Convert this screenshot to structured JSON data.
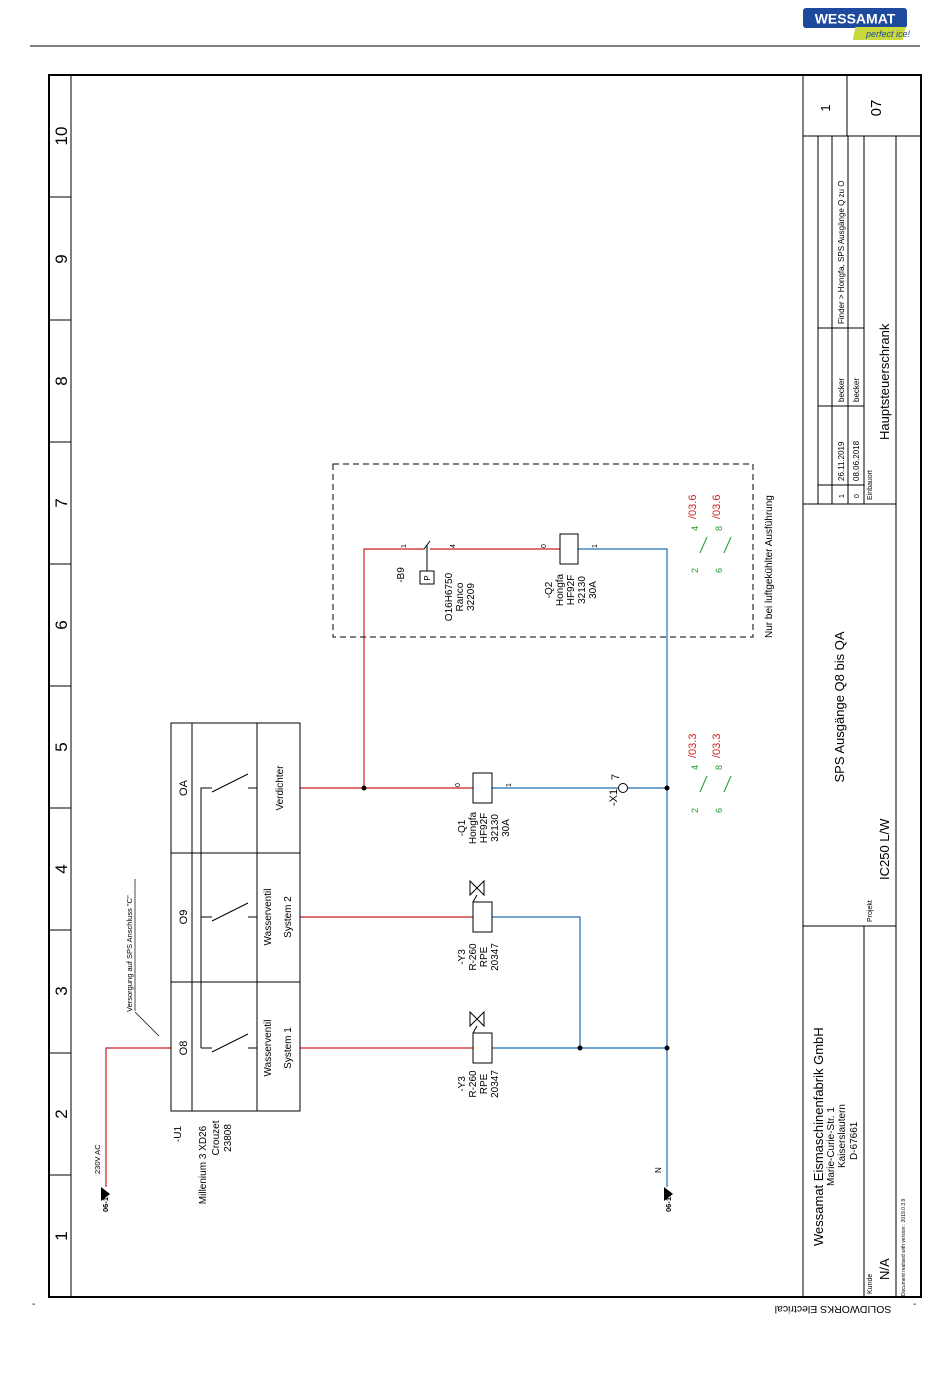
{
  "header": {
    "logo_text": "WESSAMAT",
    "logo_tagline": "perfect ice!"
  },
  "frame": {
    "columns": [
      "1",
      "2",
      "3",
      "4",
      "5",
      "6",
      "7",
      "8",
      "9",
      "10"
    ]
  },
  "colors": {
    "phase_wire": "#cc1f1f",
    "neutral_wire": "#1f6fb5",
    "reference_green": "#1a9a2a",
    "reference_red": "#d42020",
    "frame": "#000000"
  },
  "supply": {
    "ref_left": "06-10",
    "label": "230V AC",
    "neutral_ref": "06-10",
    "neutral_label": "N",
    "note": "Versorgung auf SPS Anschluss \"C\""
  },
  "plc": {
    "tag": "-U1",
    "line1": "Millenium 3 XD26",
    "line2": "Crouzet",
    "line3": "23808",
    "outputs": [
      "O8",
      "O9",
      "OA"
    ],
    "functions": [
      {
        "line1": "Wasserventil",
        "line2": "System 1"
      },
      {
        "line1": "Wasserventil",
        "line2": "System 2"
      },
      {
        "line1": "Verdichter",
        "line2": ""
      }
    ]
  },
  "valve1": {
    "tag": "-Y3",
    "l1": "R-260",
    "l2": "RPE",
    "l3": "20347"
  },
  "valve2": {
    "tag": "-Y3",
    "l1": "R-260",
    "l2": "RPE",
    "l3": "20347"
  },
  "relay_q1": {
    "tag": "-Q1",
    "l1": "Hongfa",
    "l2": "HF92F",
    "l3": "32130",
    "l4": "30A",
    "pin_a": "0",
    "pin_b": "1"
  },
  "terminal_x1": {
    "tag": "-X1",
    "pin": "7"
  },
  "refs_q1": {
    "c1_a": "2",
    "c1_b": "4",
    "c1_ref": "/03.3",
    "c2_a": "6",
    "c2_b": "8",
    "c2_ref": "/03.3"
  },
  "switch_b9": {
    "tag": "-B9",
    "l1": "O16H6750",
    "l2": "Ranco",
    "l3": "32209",
    "pin_a": "1",
    "pin_b": "4",
    "symbol": "P"
  },
  "relay_q2": {
    "tag": "-Q2",
    "l1": "Hongfa",
    "l2": "HF92F",
    "l3": "32130",
    "l4": "30A",
    "pin_a": "0",
    "pin_b": "1"
  },
  "refs_q2": {
    "c1_a": "2",
    "c1_b": "4",
    "c1_ref": "/03.6",
    "c2_a": "6",
    "c2_b": "8",
    "c2_ref": "/03.6"
  },
  "optional_note": "Nur bei luftgekühlter Ausführung",
  "title_block": {
    "company": "Wessamat Eismaschinenfabrik GmbH",
    "street": "Marie-Curie-Str. 1",
    "city": "Kaiserslautern",
    "zip": "D-67661",
    "kunde_label": "Kunde",
    "kunde_value": "N/A",
    "projekt_label": "Projekt",
    "projekt_value": "IC250 L/W",
    "title": "SPS Ausgänge Q8 bis QA",
    "einbauort_label": "Einbauort",
    "einbauort_value": "Hauptsteuerschrank",
    "rev_rows": [
      {
        "rev": "1",
        "date": "26.11.2019",
        "user": "becker",
        "desc": "Finder > Hongfa, SPS Ausgänge Q zu O"
      },
      {
        "rev": "0",
        "date": "08.06.2018",
        "user": "becker",
        "desc": ""
      }
    ],
    "sheet_no": "1",
    "page_no": "07",
    "version_note": "Document realised with version : 2019.0.3.9"
  },
  "footer": {
    "software": "SOLIDWORKS Electrical"
  }
}
